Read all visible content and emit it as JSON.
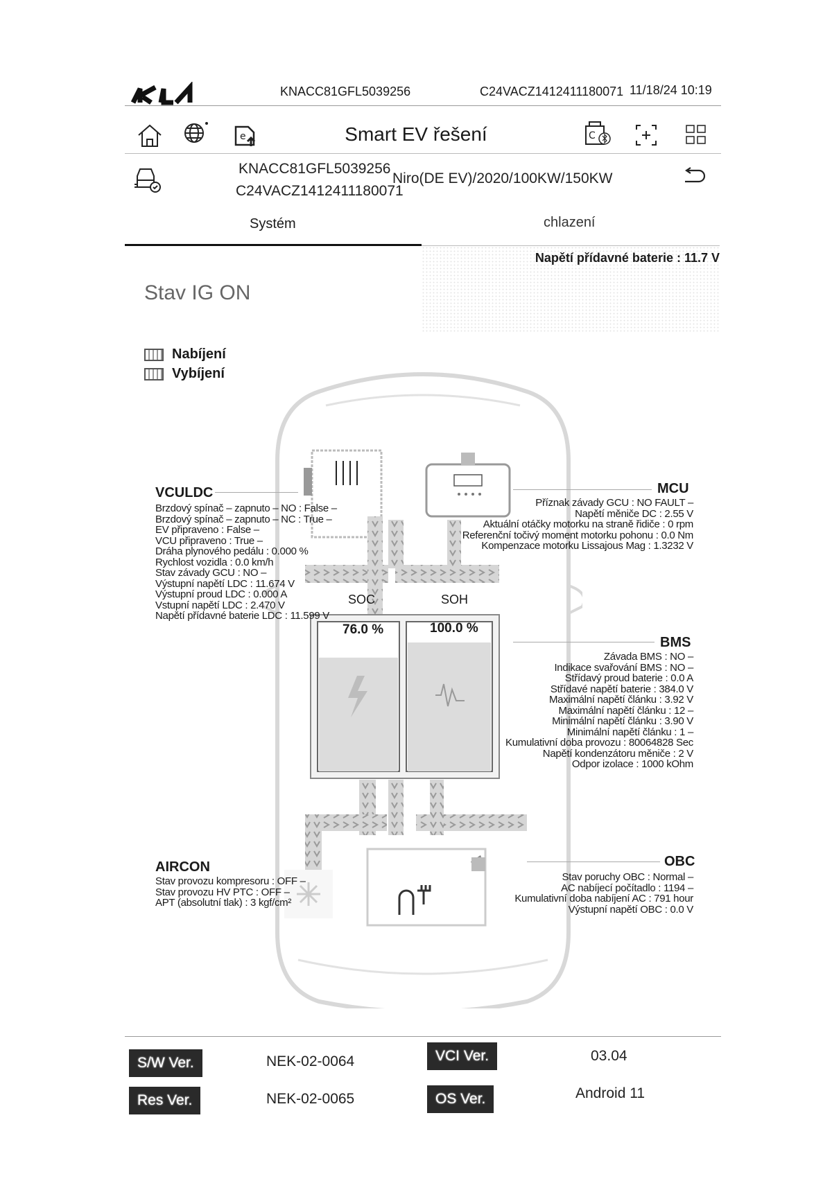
{
  "header": {
    "vin": "KNACC81GFL5039256",
    "session_id": "C24VACZ1412411180071",
    "datetime": "11/18/24 10:19"
  },
  "toolbar": {
    "title": "Smart EV řešení",
    "icons": [
      "home-icon",
      "globe-icon",
      "document-upload-icon",
      "vci-bluetooth-icon",
      "fullscreen-icon",
      "grid-icon"
    ]
  },
  "vehicle": {
    "vin": "KNACC81GFL5039256",
    "session_id": "C24VACZ1412411180071",
    "model": "Niro(DE EV)/2020/100KW/150KW"
  },
  "tabs": [
    {
      "label": "Systém",
      "active": true
    },
    {
      "label": "chlazení",
      "active": false
    }
  ],
  "aux_battery": "Napětí přídavné baterie : 11.7 V",
  "ig_status": "Stav IG ON",
  "legend": [
    {
      "label": "Nabíjení"
    },
    {
      "label": "Vybíjení"
    }
  ],
  "vculdc": {
    "title": "VCULDC",
    "lines": [
      "Brzdový spínač – zapnuto – NO : False –",
      "Brzdový spínač – zapnuto – NC : True –",
      "EV připraveno : False –",
      "VCU připraveno : True –",
      "Dráha plynového pedálu : 0.000 %",
      "Rychlost vozidla : 0.0 km/h",
      "Stav závady GCU : NO –",
      "Výstupní napětí LDC : 11.674 V",
      "Výstupní proud LDC : 0.000 A",
      "Vstupní napětí LDC : 2.470 V",
      "Napětí přídavné baterie LDC : 11.599 V"
    ]
  },
  "mcu": {
    "title": "MCU",
    "lines": [
      "Příznak závady GCU : NO FAULT –",
      "Napětí měniče DC : 2.55 V",
      "Aktuální otáčky motorku na straně řidiče : 0 rpm",
      "Referenční točivý moment motorku pohonu : 0.0 Nm",
      "Kompenzace motorku Lissajous Mag : 1.3232 V"
    ]
  },
  "battery": {
    "soc_label": "SOC",
    "soc_value": "76.0 %",
    "soc_fraction": 0.76,
    "soh_label": "SOH",
    "soh_value": "100.0 %",
    "soh_fraction": 1.0
  },
  "bms": {
    "title": "BMS",
    "lines": [
      "Závada BMS : NO –",
      "Indikace svařování BMS : NO –",
      "Střídavý proud baterie : 0.0 A",
      "Střídavé napětí baterie : 384.0 V",
      "Maximální napětí článku : 3.92 V",
      "Maximální napětí článku : 12 –",
      "Minimální napětí článku : 3.90 V",
      "Minimální napětí článku : 1 –",
      "Kumulativní doba provozu : 80064828 Sec",
      "Napětí kondenzátoru měniče : 2 V",
      "Odpor izolace : 1000 kOhm"
    ]
  },
  "aircon": {
    "title": "AIRCON",
    "lines": [
      "Stav provozu kompresoru : OFF –",
      "Stav provozu HV PTC : OFF –",
      "APT (absolutní tlak) : 3 kgf/cm²"
    ]
  },
  "obc": {
    "title": "OBC",
    "lines": [
      "Stav poruchy OBC : Normal –",
      "AC nabíjecí počítadlo : 1194 –",
      "Kumulativní doba nabíjení AC : 791 hour",
      "Výstupní napětí OBC : 0.0 V"
    ]
  },
  "versions": {
    "sw_label": "S/W Ver.",
    "sw_value": "NEK-02-0064",
    "res_label": "Res Ver.",
    "res_value": "NEK-02-0065",
    "vci_label": "VCI Ver.",
    "vci_value": "03.04",
    "os_label": "OS Ver.",
    "os_value": "Android 11"
  },
  "colors": {
    "text": "#1a1a1a",
    "badge": "#2a2a2a",
    "car_outline": "#d8d8d8"
  }
}
